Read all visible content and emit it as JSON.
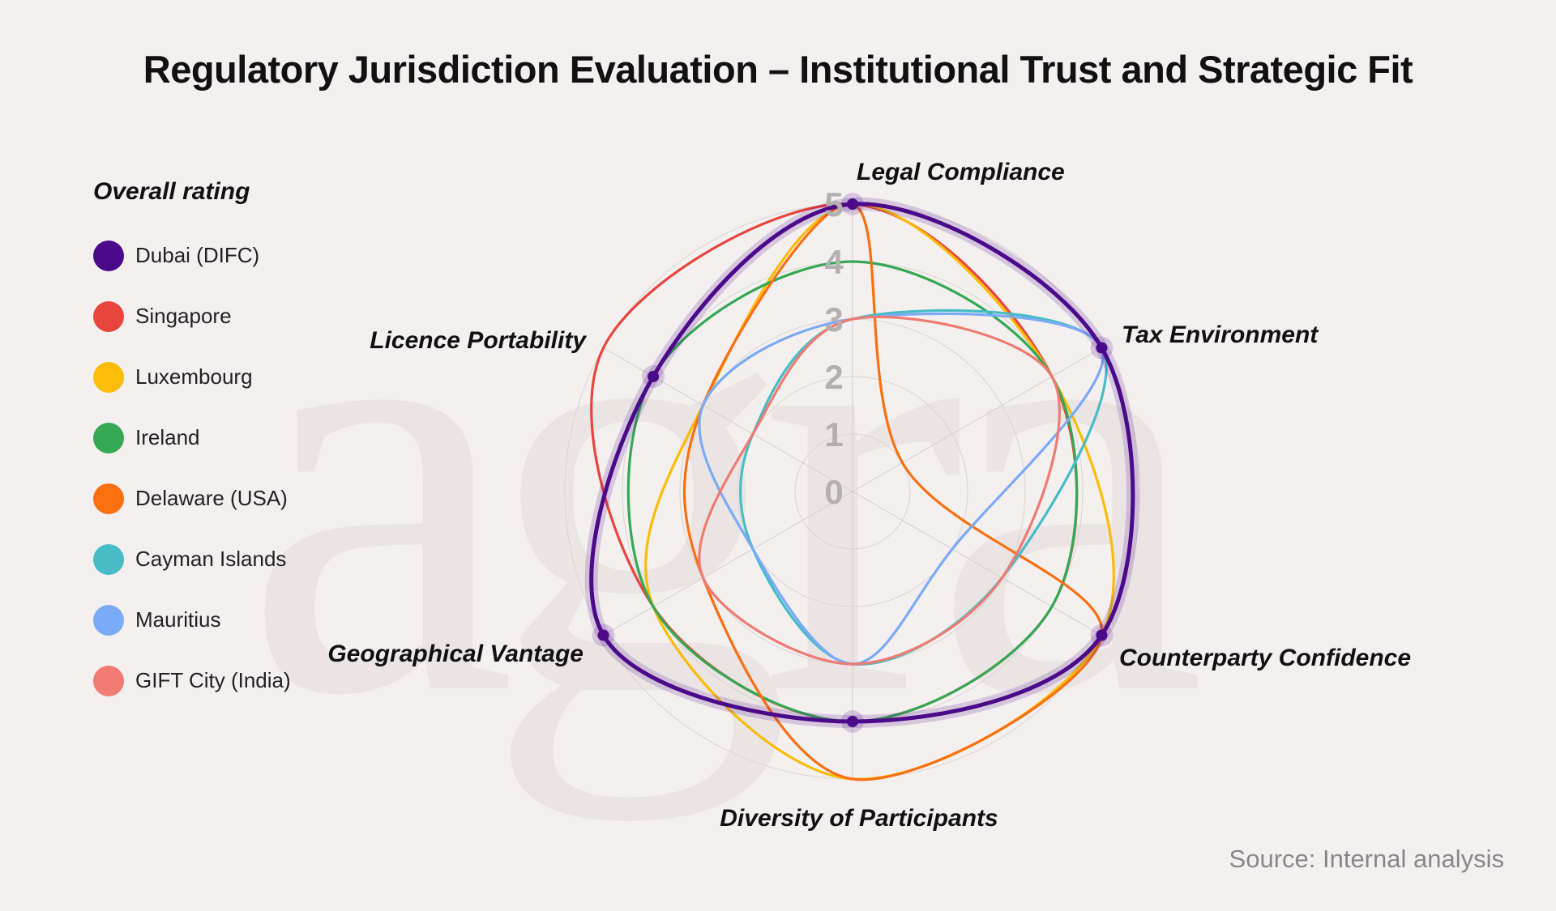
{
  "title": "Regulatory Jurisdiction Evaluation – Institutional Trust and Strategic Fit",
  "legend": {
    "title": "Overall rating"
  },
  "source": "Source: Internal analysis",
  "watermark": "agra",
  "chart_data": {
    "type": "radar",
    "title": "Regulatory Jurisdiction Evaluation – Institutional Trust and Strategic Fit",
    "axes": [
      "Legal Compliance",
      "Tax Environment",
      "Counterparty Confidence",
      "Diversity of Participants",
      "Geographical Vantage",
      "Licence Portability"
    ],
    "rlim": [
      0,
      5
    ],
    "ticks": [
      "0",
      "1",
      "2",
      "3",
      "4",
      "5"
    ],
    "grid": true,
    "legend_position": "left",
    "highlight_series": "Dubai (DIFC)",
    "series": [
      {
        "name": "Singapore",
        "color": "#e8453c",
        "values": [
          5,
          4,
          4,
          4,
          4,
          5
        ]
      },
      {
        "name": "Luxembourg",
        "color": "#fbbc05",
        "values": [
          5,
          4,
          5,
          5,
          4,
          3
        ]
      },
      {
        "name": "Ireland",
        "color": "#34a853",
        "values": [
          4,
          4,
          4,
          4,
          4,
          4
        ]
      },
      {
        "name": "Delaware (USA)",
        "color": "#fa6f0f",
        "values": [
          5,
          1,
          5,
          5,
          3,
          3
        ]
      },
      {
        "name": "Cayman Islands",
        "color": "#46bdc6",
        "values": [
          3,
          5,
          3,
          3,
          2,
          2
        ]
      },
      {
        "name": "Mauritius",
        "color": "#7baaf7",
        "values": [
          3,
          5,
          2,
          3,
          2,
          3
        ]
      },
      {
        "name": "GIFT City (India)",
        "color": "#f07b72",
        "values": [
          3,
          4,
          3,
          3,
          3,
          2
        ]
      },
      {
        "name": "Dubai (DIFC)",
        "color": "#4b0a8a",
        "values": [
          5,
          5,
          5,
          4,
          5,
          4
        ]
      }
    ]
  }
}
